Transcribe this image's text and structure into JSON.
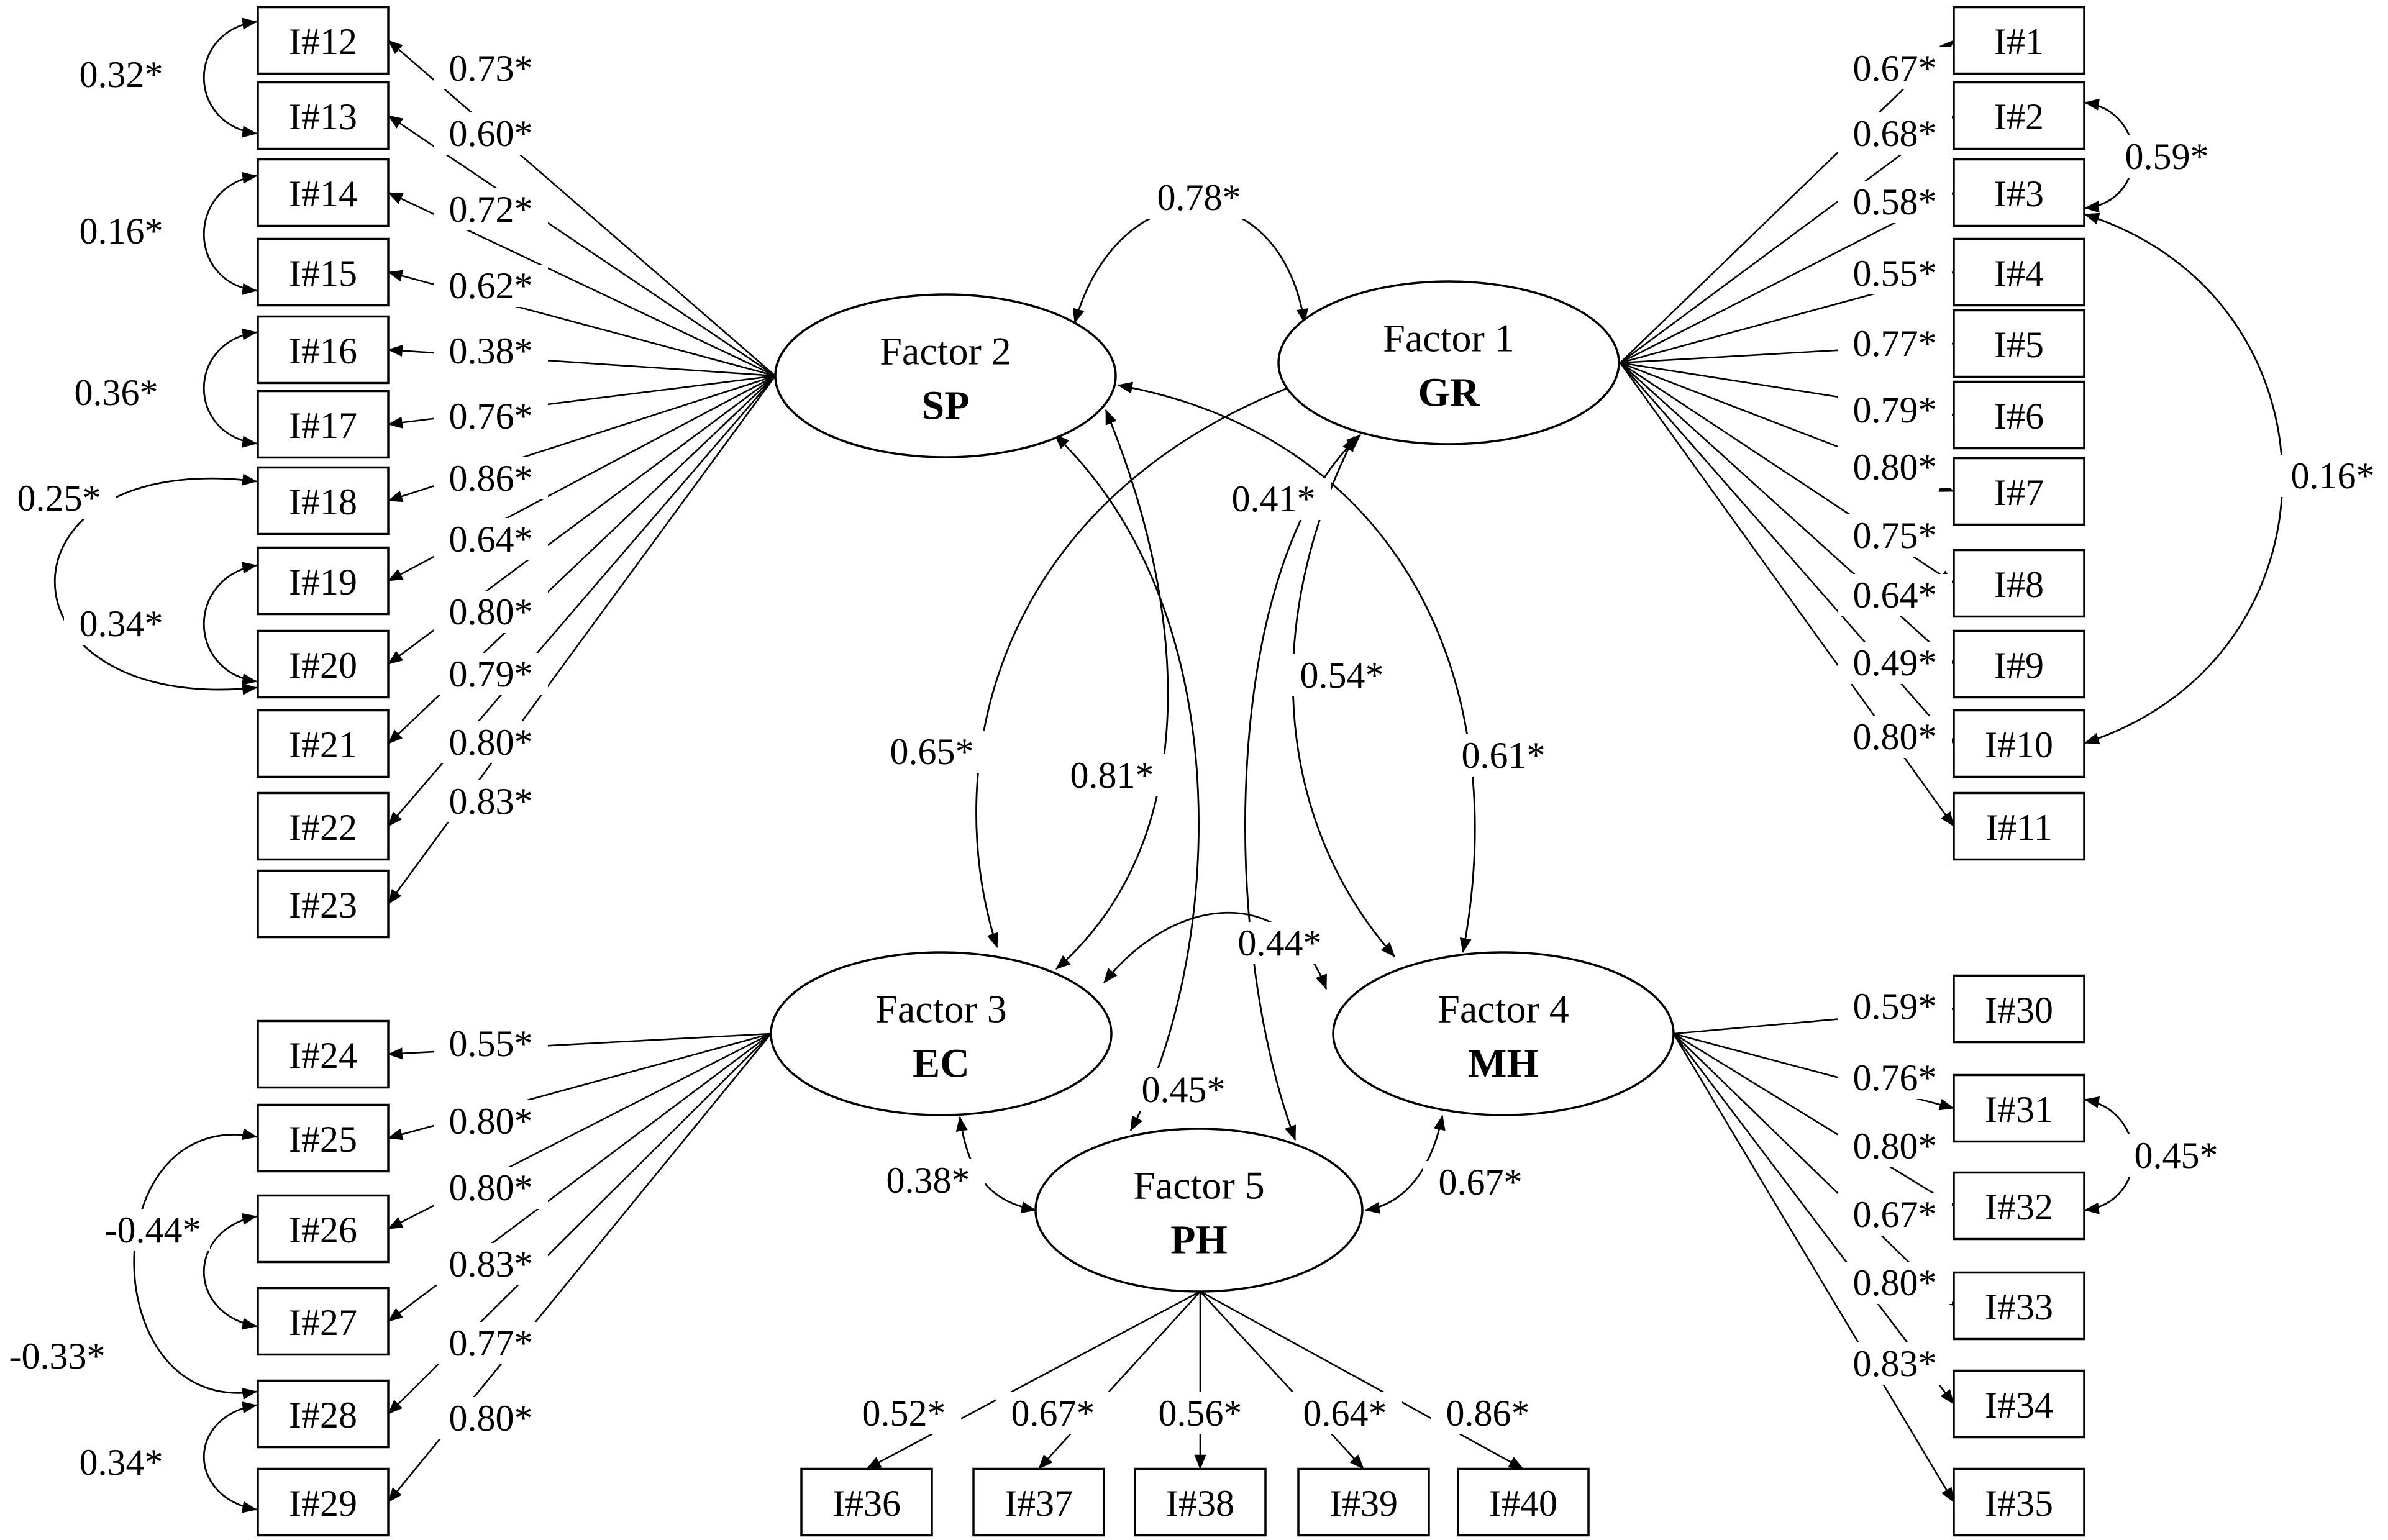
{
  "factors": [
    {
      "id": "F1",
      "name": "Factor 1",
      "abbr": "GR"
    },
    {
      "id": "F2",
      "name": "Factor 2",
      "abbr": "SP"
    },
    {
      "id": "F3",
      "name": "Factor 3",
      "abbr": "EC"
    },
    {
      "id": "F4",
      "name": "Factor 4",
      "abbr": "MH"
    },
    {
      "id": "F5",
      "name": "Factor 5",
      "abbr": "PH"
    }
  ],
  "items": [
    {
      "label": "I#1",
      "factor": "F1",
      "loading": "0.67*"
    },
    {
      "label": "I#2",
      "factor": "F1",
      "loading": "0.68*"
    },
    {
      "label": "I#3",
      "factor": "F1",
      "loading": "0.58*"
    },
    {
      "label": "I#4",
      "factor": "F1",
      "loading": "0.55*"
    },
    {
      "label": "I#5",
      "factor": "F1",
      "loading": "0.77*"
    },
    {
      "label": "I#6",
      "factor": "F1",
      "loading": "0.79*"
    },
    {
      "label": "I#7",
      "factor": "F1",
      "loading": "0.80*"
    },
    {
      "label": "I#8",
      "factor": "F1",
      "loading": "0.75*"
    },
    {
      "label": "I#9",
      "factor": "F1",
      "loading": "0.64*"
    },
    {
      "label": "I#10",
      "factor": "F1",
      "loading": "0.49*"
    },
    {
      "label": "I#11",
      "factor": "F1",
      "loading": "0.80*"
    },
    {
      "label": "I#12",
      "factor": "F2",
      "loading": "0.73*"
    },
    {
      "label": "I#13",
      "factor": "F2",
      "loading": "0.60*"
    },
    {
      "label": "I#14",
      "factor": "F2",
      "loading": "0.72*"
    },
    {
      "label": "I#15",
      "factor": "F2",
      "loading": "0.62*"
    },
    {
      "label": "I#16",
      "factor": "F2",
      "loading": "0.38*"
    },
    {
      "label": "I#17",
      "factor": "F2",
      "loading": "0.76*"
    },
    {
      "label": "I#18",
      "factor": "F2",
      "loading": "0.86*"
    },
    {
      "label": "I#19",
      "factor": "F2",
      "loading": "0.64*"
    },
    {
      "label": "I#20",
      "factor": "F2",
      "loading": "0.80*"
    },
    {
      "label": "I#21",
      "factor": "F2",
      "loading": "0.79*"
    },
    {
      "label": "I#22",
      "factor": "F2",
      "loading": "0.80*"
    },
    {
      "label": "I#23",
      "factor": "F2",
      "loading": "0.83*"
    },
    {
      "label": "I#24",
      "factor": "F3",
      "loading": "0.55*"
    },
    {
      "label": "I#25",
      "factor": "F3",
      "loading": "0.80*"
    },
    {
      "label": "I#26",
      "factor": "F3",
      "loading": "0.80*"
    },
    {
      "label": "I#27",
      "factor": "F3",
      "loading": "0.83*"
    },
    {
      "label": "I#28",
      "factor": "F3",
      "loading": "0.77*"
    },
    {
      "label": "I#29",
      "factor": "F3",
      "loading": "0.80*"
    },
    {
      "label": "I#30",
      "factor": "F4",
      "loading": "0.59*"
    },
    {
      "label": "I#31",
      "factor": "F4",
      "loading": "0.76*"
    },
    {
      "label": "I#32",
      "factor": "F4",
      "loading": "0.80*"
    },
    {
      "label": "I#33",
      "factor": "F4",
      "loading": "0.67*"
    },
    {
      "label": "I#34",
      "factor": "F4",
      "loading": "0.80*"
    },
    {
      "label": "I#35",
      "factor": "F4",
      "loading": "0.83*"
    },
    {
      "label": "I#36",
      "factor": "F5",
      "loading": "0.52*"
    },
    {
      "label": "I#37",
      "factor": "F5",
      "loading": "0.67*"
    },
    {
      "label": "I#38",
      "factor": "F5",
      "loading": "0.56*"
    },
    {
      "label": "I#39",
      "factor": "F5",
      "loading": "0.64*"
    },
    {
      "label": "I#40",
      "factor": "F5",
      "loading": "0.86*"
    }
  ],
  "factor_correlations": [
    {
      "between": [
        "F2",
        "F1"
      ],
      "value": "0.78*"
    },
    {
      "between": [
        "F1",
        "F3"
      ],
      "value": "0.65*"
    },
    {
      "between": [
        "F2",
        "F3"
      ],
      "value": "0.81*"
    },
    {
      "between": [
        "F1",
        "F5"
      ],
      "value": "0.41*"
    },
    {
      "between": [
        "F1",
        "F4"
      ],
      "value": "0.54*"
    },
    {
      "between": [
        "F2",
        "F4"
      ],
      "value": "0.61*"
    },
    {
      "between": [
        "F3",
        "F4"
      ],
      "value": "0.44*"
    },
    {
      "between": [
        "F2",
        "F5"
      ],
      "value": "0.45*"
    },
    {
      "between": [
        "F3",
        "F5"
      ],
      "value": "0.38*"
    },
    {
      "between": [
        "F4",
        "F5"
      ],
      "value": "0.67*"
    }
  ],
  "error_covariances": [
    {
      "between": [
        "I#12",
        "I#13"
      ],
      "value": "0.32*"
    },
    {
      "between": [
        "I#14",
        "I#15"
      ],
      "value": "0.16*"
    },
    {
      "between": [
        "I#16",
        "I#17"
      ],
      "value": "0.36*"
    },
    {
      "between": [
        "I#18",
        "I#20"
      ],
      "value": "0.25*"
    },
    {
      "between": [
        "I#19",
        "I#20"
      ],
      "value": "0.34*"
    },
    {
      "between": [
        "I#2",
        "I#3"
      ],
      "value": "0.59*"
    },
    {
      "between": [
        "I#3",
        "I#10"
      ],
      "value": "0.16*"
    },
    {
      "between": [
        "I#31",
        "I#32"
      ],
      "value": "0.45*"
    },
    {
      "between": [
        "I#26",
        "I#27"
      ],
      "value": "-0.44*"
    },
    {
      "between": [
        "I#25",
        "I#28"
      ],
      "value": "-0.33*"
    },
    {
      "between": [
        "I#28",
        "I#29"
      ],
      "value": "0.34*"
    }
  ]
}
